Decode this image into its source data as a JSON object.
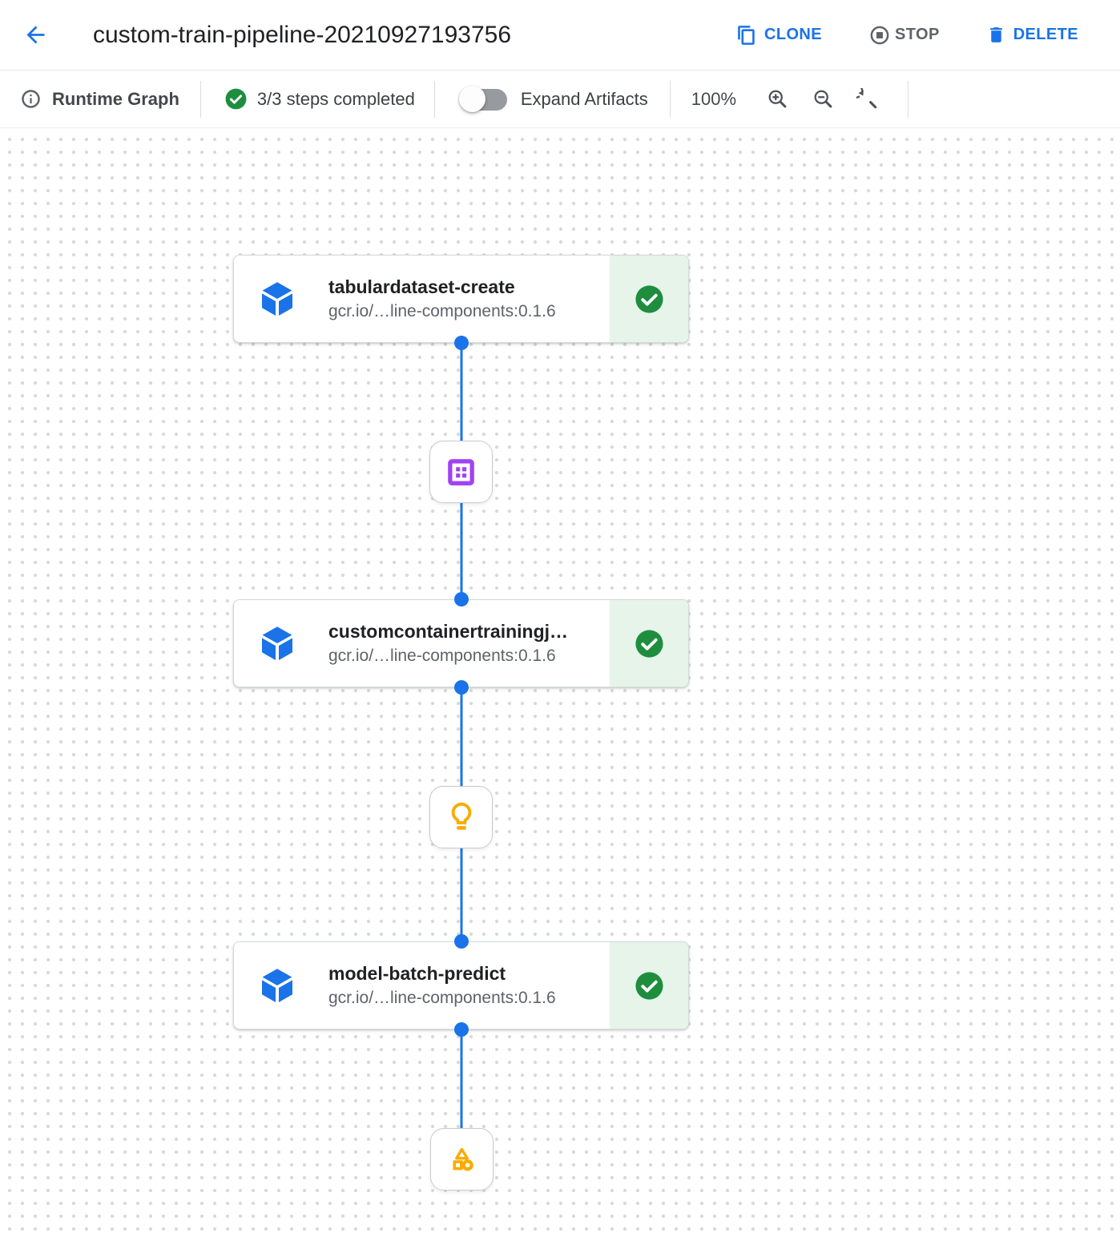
{
  "header": {
    "title": "custom-train-pipeline-20210927193756",
    "actions": {
      "clone_label": "CLONE",
      "stop_label": "STOP",
      "delete_label": "DELETE"
    }
  },
  "toolbar": {
    "view_label": "Runtime Graph",
    "steps_status": "3/3 steps completed",
    "expand_artifacts_label": "Expand Artifacts",
    "expand_artifacts_on": false,
    "zoom_level": "100%"
  },
  "graph": {
    "nodes": [
      {
        "title": "tabulardataset-create",
        "subtitle": "gcr.io/…line-components:0.1.6",
        "status": "completed",
        "icon": "component-cube-icon"
      },
      {
        "title": "customcontainertrainingj…",
        "subtitle": "gcr.io/…line-components:0.1.6",
        "status": "completed",
        "icon": "component-cube-icon"
      },
      {
        "title": "model-batch-predict",
        "subtitle": "gcr.io/…line-components:0.1.6",
        "status": "completed",
        "icon": "component-cube-icon"
      }
    ],
    "artifacts": [
      {
        "icon": "dataset-table-icon",
        "color": "#a142f4"
      },
      {
        "icon": "model-lightbulb-icon",
        "color": "#f9ab00"
      },
      {
        "icon": "generic-artifact-shapes-icon",
        "color": "#f9ab00"
      }
    ]
  },
  "colors": {
    "accent_blue": "#1a73e8",
    "success_green": "#1e8e3e",
    "success_bg": "#e6f4ea",
    "artifact_purple": "#a142f4",
    "artifact_yellow": "#f9ab00",
    "text_dark": "#202124",
    "text_gray": "#5f6368"
  }
}
